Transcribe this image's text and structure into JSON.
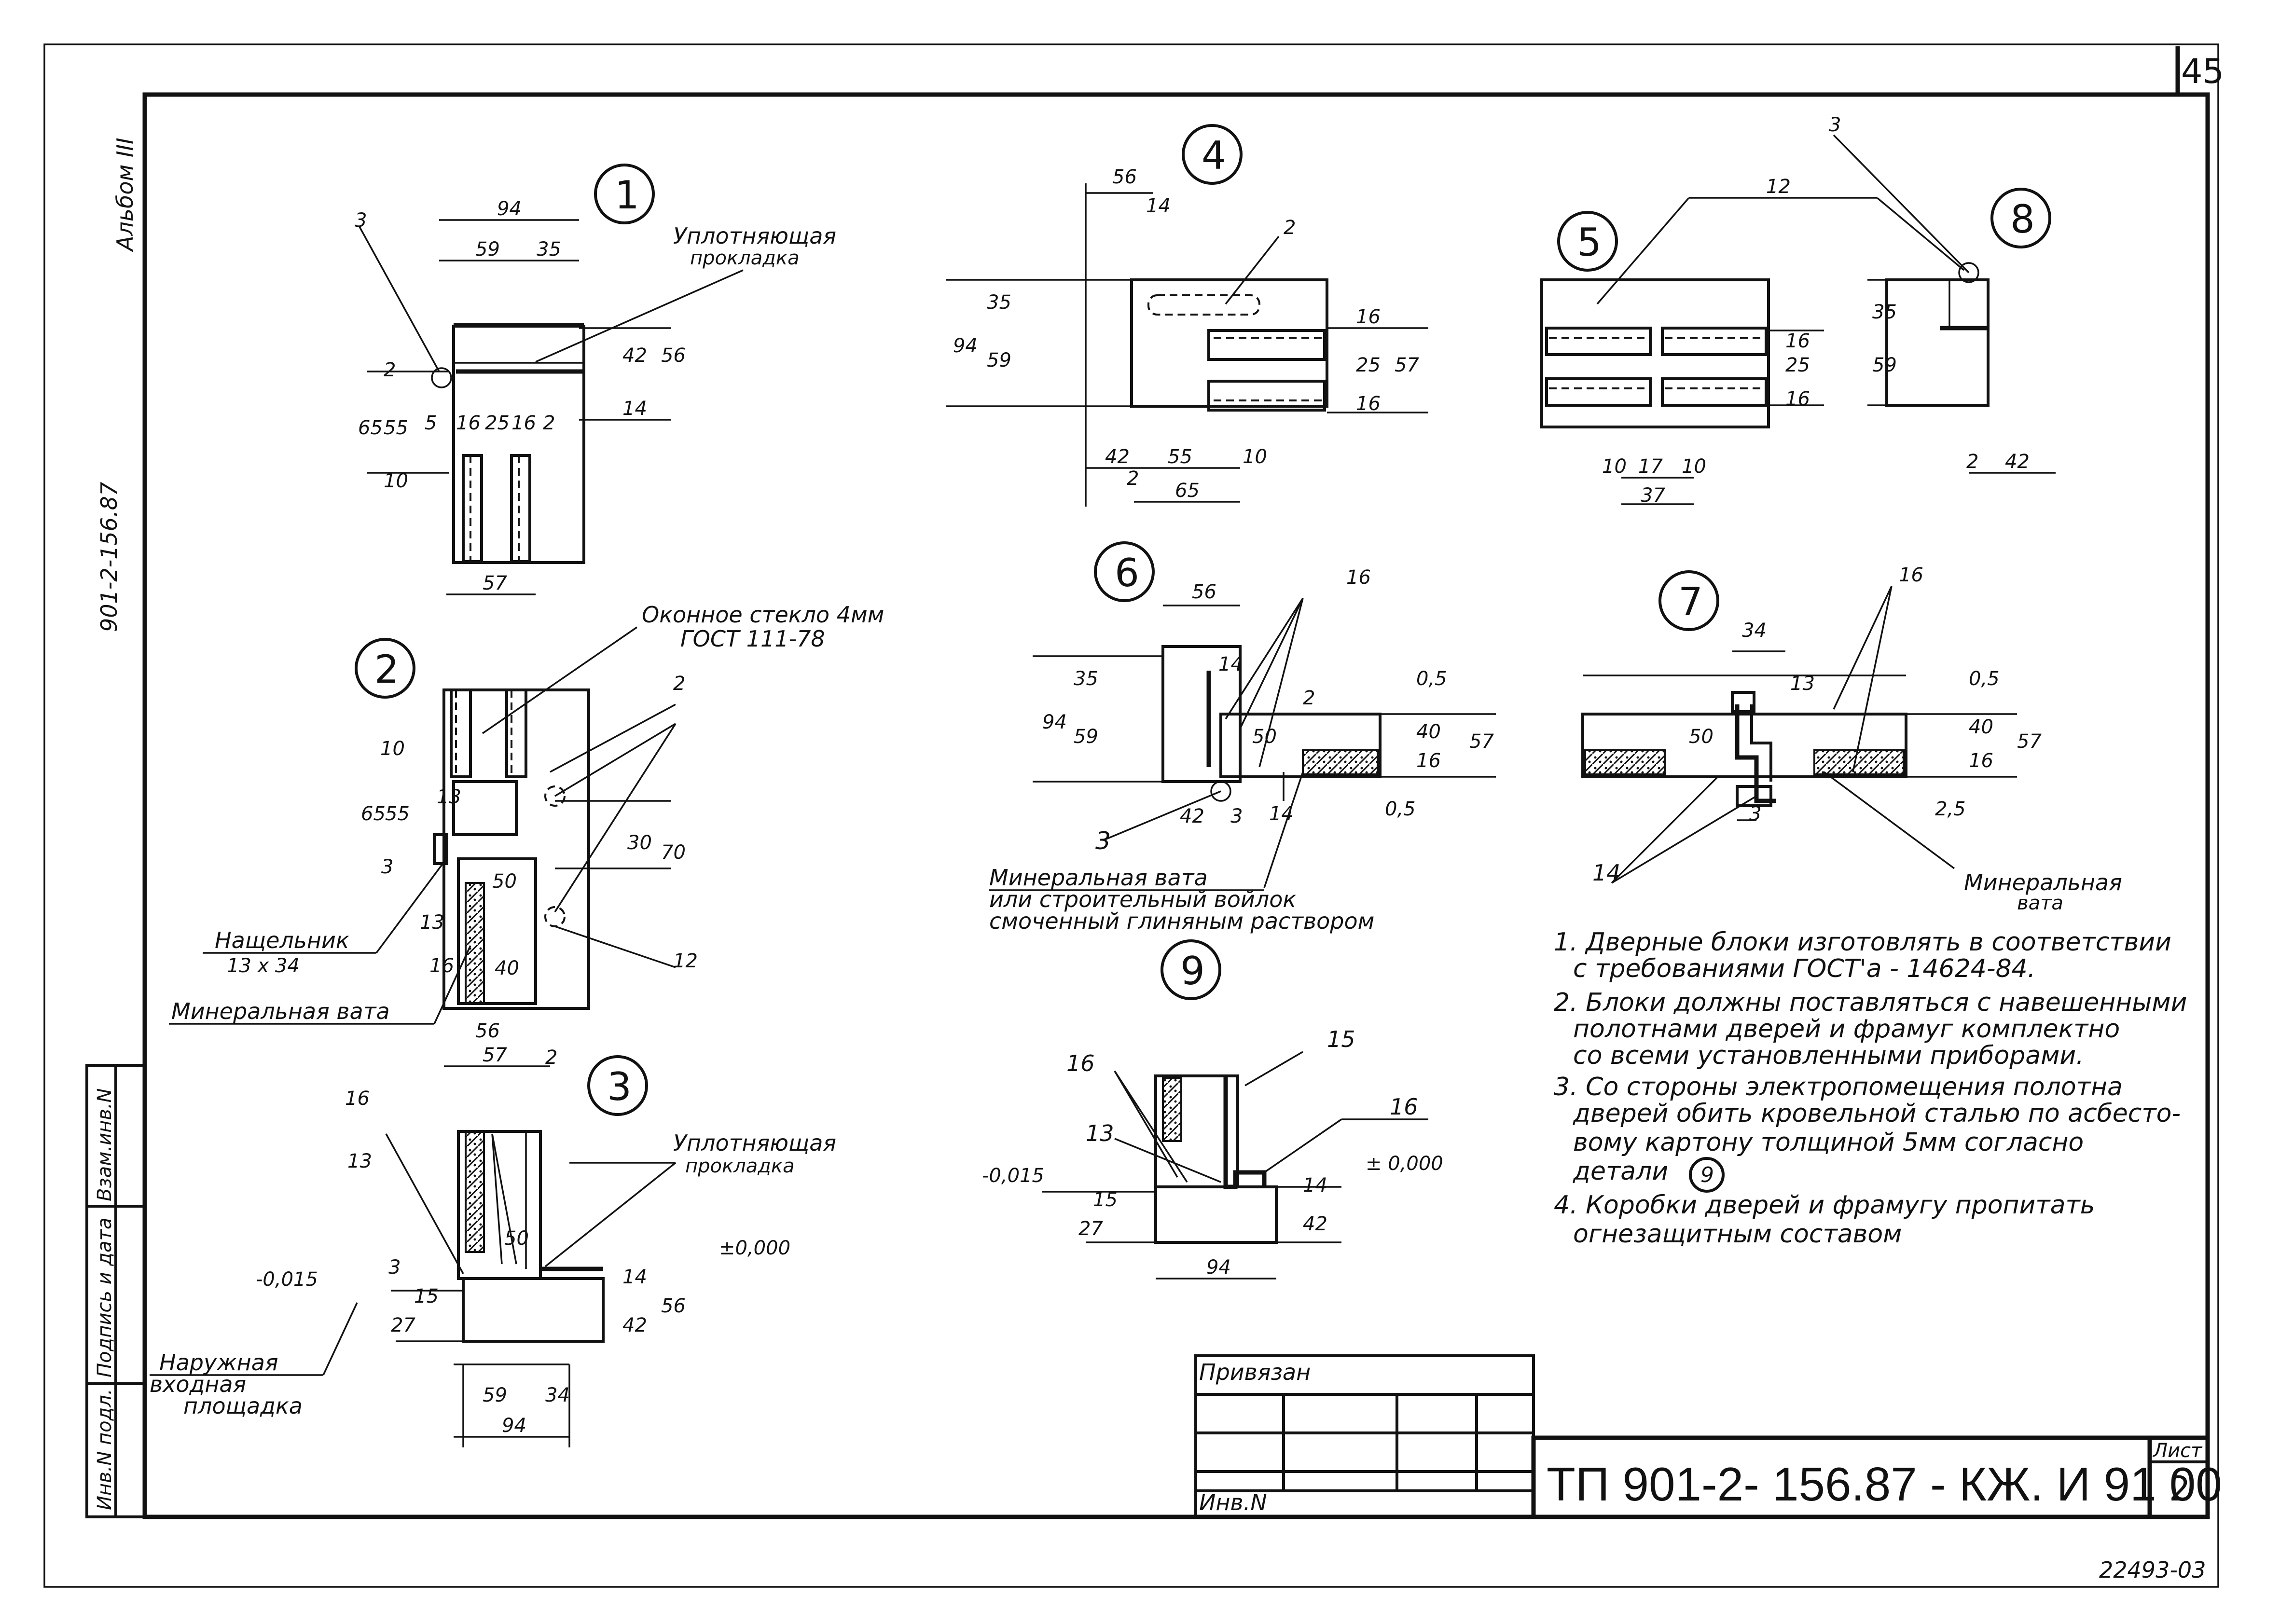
{
  "sheet_number": "45",
  "album": "Альбом III",
  "side_code": "901-2-156.87",
  "detail_labels": [
    "1",
    "2",
    "3",
    "4",
    "5",
    "6",
    "7",
    "8",
    "9"
  ],
  "callouts": {
    "seal_gasket_1": "Уплотняющая",
    "seal_gasket_2": "прокладка",
    "glass_1": "Оконное стекло 4мм",
    "glass_2": "ГОСТ 111-78",
    "nashchelnik_1": "Нащельник",
    "nashchelnik_2": "13 x 34",
    "mineral_wool": "Минеральная вата",
    "seal_gasket_3": "Уплотняющая",
    "seal_gasket_4": "прокладка",
    "entrance_1": "Наружная",
    "entrance_2": "входная",
    "entrance_3": "площадка",
    "wool6_1": "Минеральная вата",
    "wool6_2": "или строительный войлок",
    "wool6_3": "смоченный глиняным раствором",
    "wool7_1": "Минеральная",
    "wool7_2": "вата"
  },
  "dims": {
    "d1": {
      "w94": "94",
      "w59": "59",
      "w35": "35",
      "h42": "42",
      "h56": "56",
      "h14": "14",
      "h65": "65",
      "h55": "55",
      "h10": "10",
      "d5": "5",
      "d16a": "16",
      "d25": "25",
      "d16b": "16",
      "d2a": "2",
      "d2b": "2",
      "w57": "57",
      "ref3": "3"
    },
    "d2": {
      "h10": "10",
      "h65": "65",
      "h55": "55",
      "h13": "13",
      "h3": "3",
      "w50": "50",
      "w40": "40",
      "w56": "56",
      "w57": "57",
      "w2": "2",
      "h30": "30",
      "h70": "70",
      "ref2": "2",
      "ref12": "12",
      "ref13": "13",
      "ref16": "16"
    },
    "d3": {
      "ref16": "16",
      "ref13": "13",
      "h50": "50",
      "m015": "-0,015",
      "h27": "27",
      "h15": "15",
      "h3": "3",
      "h14": "14",
      "h42": "42",
      "h56": "56",
      "zero": "±0,000",
      "w59": "59",
      "w34": "34",
      "w94": "94"
    },
    "d4": {
      "w56": "56",
      "w14": "14",
      "h94": "94",
      "h35": "35",
      "h59": "59",
      "h16a": "16",
      "h25": "25",
      "h16b": "16",
      "h57": "57",
      "w42": "42",
      "w55": "55",
      "w10": "10",
      "w2": "2",
      "w65": "65",
      "ref2": "2"
    },
    "d5": {
      "ref12": "12",
      "h16a": "16",
      "h25": "25",
      "h16b": "16",
      "w10a": "10",
      "w17": "17",
      "w10b": "10",
      "w37": "37"
    },
    "d8": {
      "ref3": "3",
      "h35": "35",
      "h59": "59",
      "w2": "2",
      "w42": "42"
    },
    "d6": {
      "w56": "56",
      "w14": "14",
      "h94": "94",
      "h35": "35",
      "h59": "59",
      "w50": "50",
      "h05a": "0,5",
      "h40": "40",
      "h16": "16",
      "h05b": "0,5",
      "h57": "57",
      "w42": "42",
      "w3": "3",
      "ref3": "3",
      "ref14": "14",
      "ref16": "16",
      "h2": "2"
    },
    "d7": {
      "w34": "34",
      "h13": "13",
      "w50": "50",
      "h05a": "0,5",
      "h40": "40",
      "h16": "16",
      "h25": "2,5",
      "h57": "57",
      "w3": "3",
      "ref14": "14",
      "ref16": "16"
    },
    "d9": {
      "ref16a": "16",
      "ref15": "15",
      "ref13": "13",
      "ref16b": "16",
      "m015": "-0,015",
      "zero": "± 0,000",
      "h15": "15",
      "h27": "27",
      "h14": "14",
      "h42": "42",
      "w94": "94"
    }
  },
  "notes": [
    "1. Дверные блоки изготовлять в соответствии",
    "с требованиями ГОСТ'а - 14624-84.",
    "2. Блоки должны поставляться с навешенными",
    "полотнами дверей и фрамуг комплектно",
    "со всеми установленными приборами.",
    "3. Со стороны электропомещения полотна",
    "дверей обить кровельной сталью по асбесто-",
    "вому картону толщиной 5мм согласно",
    "детали",
    "4. Коробки дверей  и фрамугу пропитать",
    "огнезащитным  составом"
  ],
  "note_detail_ref": "9",
  "title_block": {
    "privyazan": "Привязан",
    "inv_n": "Инв.N",
    "code": "ТП 901-2- 156.87 - КЖ. И 91 00",
    "sheet_label": "Лист",
    "sheet_value": "2"
  },
  "side_stamp": [
    "Инв.N подл.",
    "Подпись и дата",
    "Взам.инв.N"
  ],
  "footer_number": "22493-03"
}
